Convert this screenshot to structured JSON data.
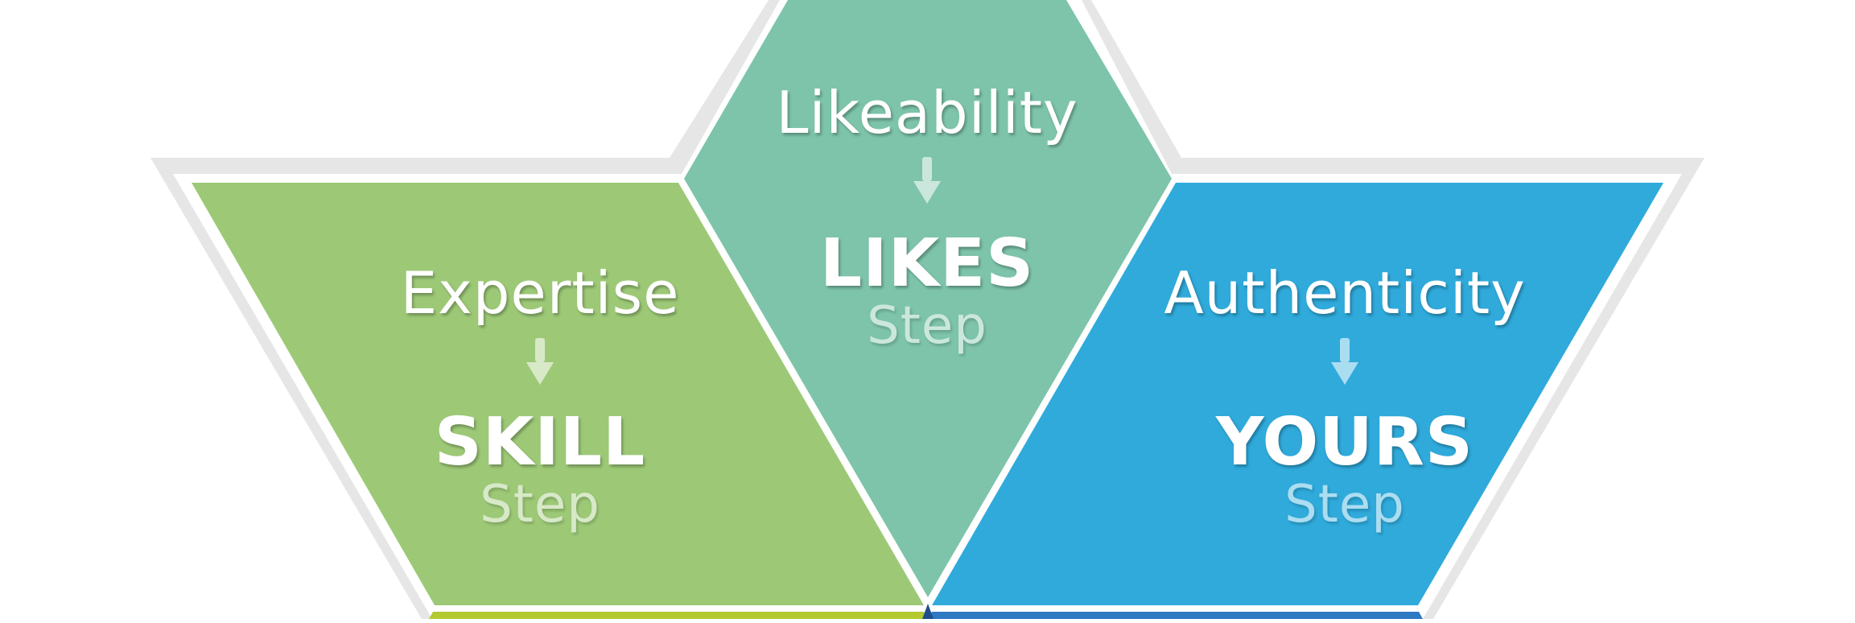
{
  "colors": {
    "likes": "#7dc4aa",
    "skill": "#9dc977",
    "yours": "#2faadb",
    "bottom_left": "#b3c930",
    "bottom_right": "#2f78c2",
    "outline": "#e6e6e6",
    "border": "#ffffff"
  },
  "panels": [
    {
      "key": "likes",
      "concept": "Likeability",
      "step": "LIKES",
      "suffix": "Step",
      "arrow_icon": "arrow-down-icon"
    },
    {
      "key": "skill",
      "concept": "Expertise",
      "step": "SKILL",
      "suffix": "Step",
      "arrow_icon": "arrow-down-icon"
    },
    {
      "key": "yours",
      "concept": "Authenticity",
      "step": "YOURS",
      "suffix": "Step",
      "arrow_icon": "arrow-down-icon"
    }
  ]
}
